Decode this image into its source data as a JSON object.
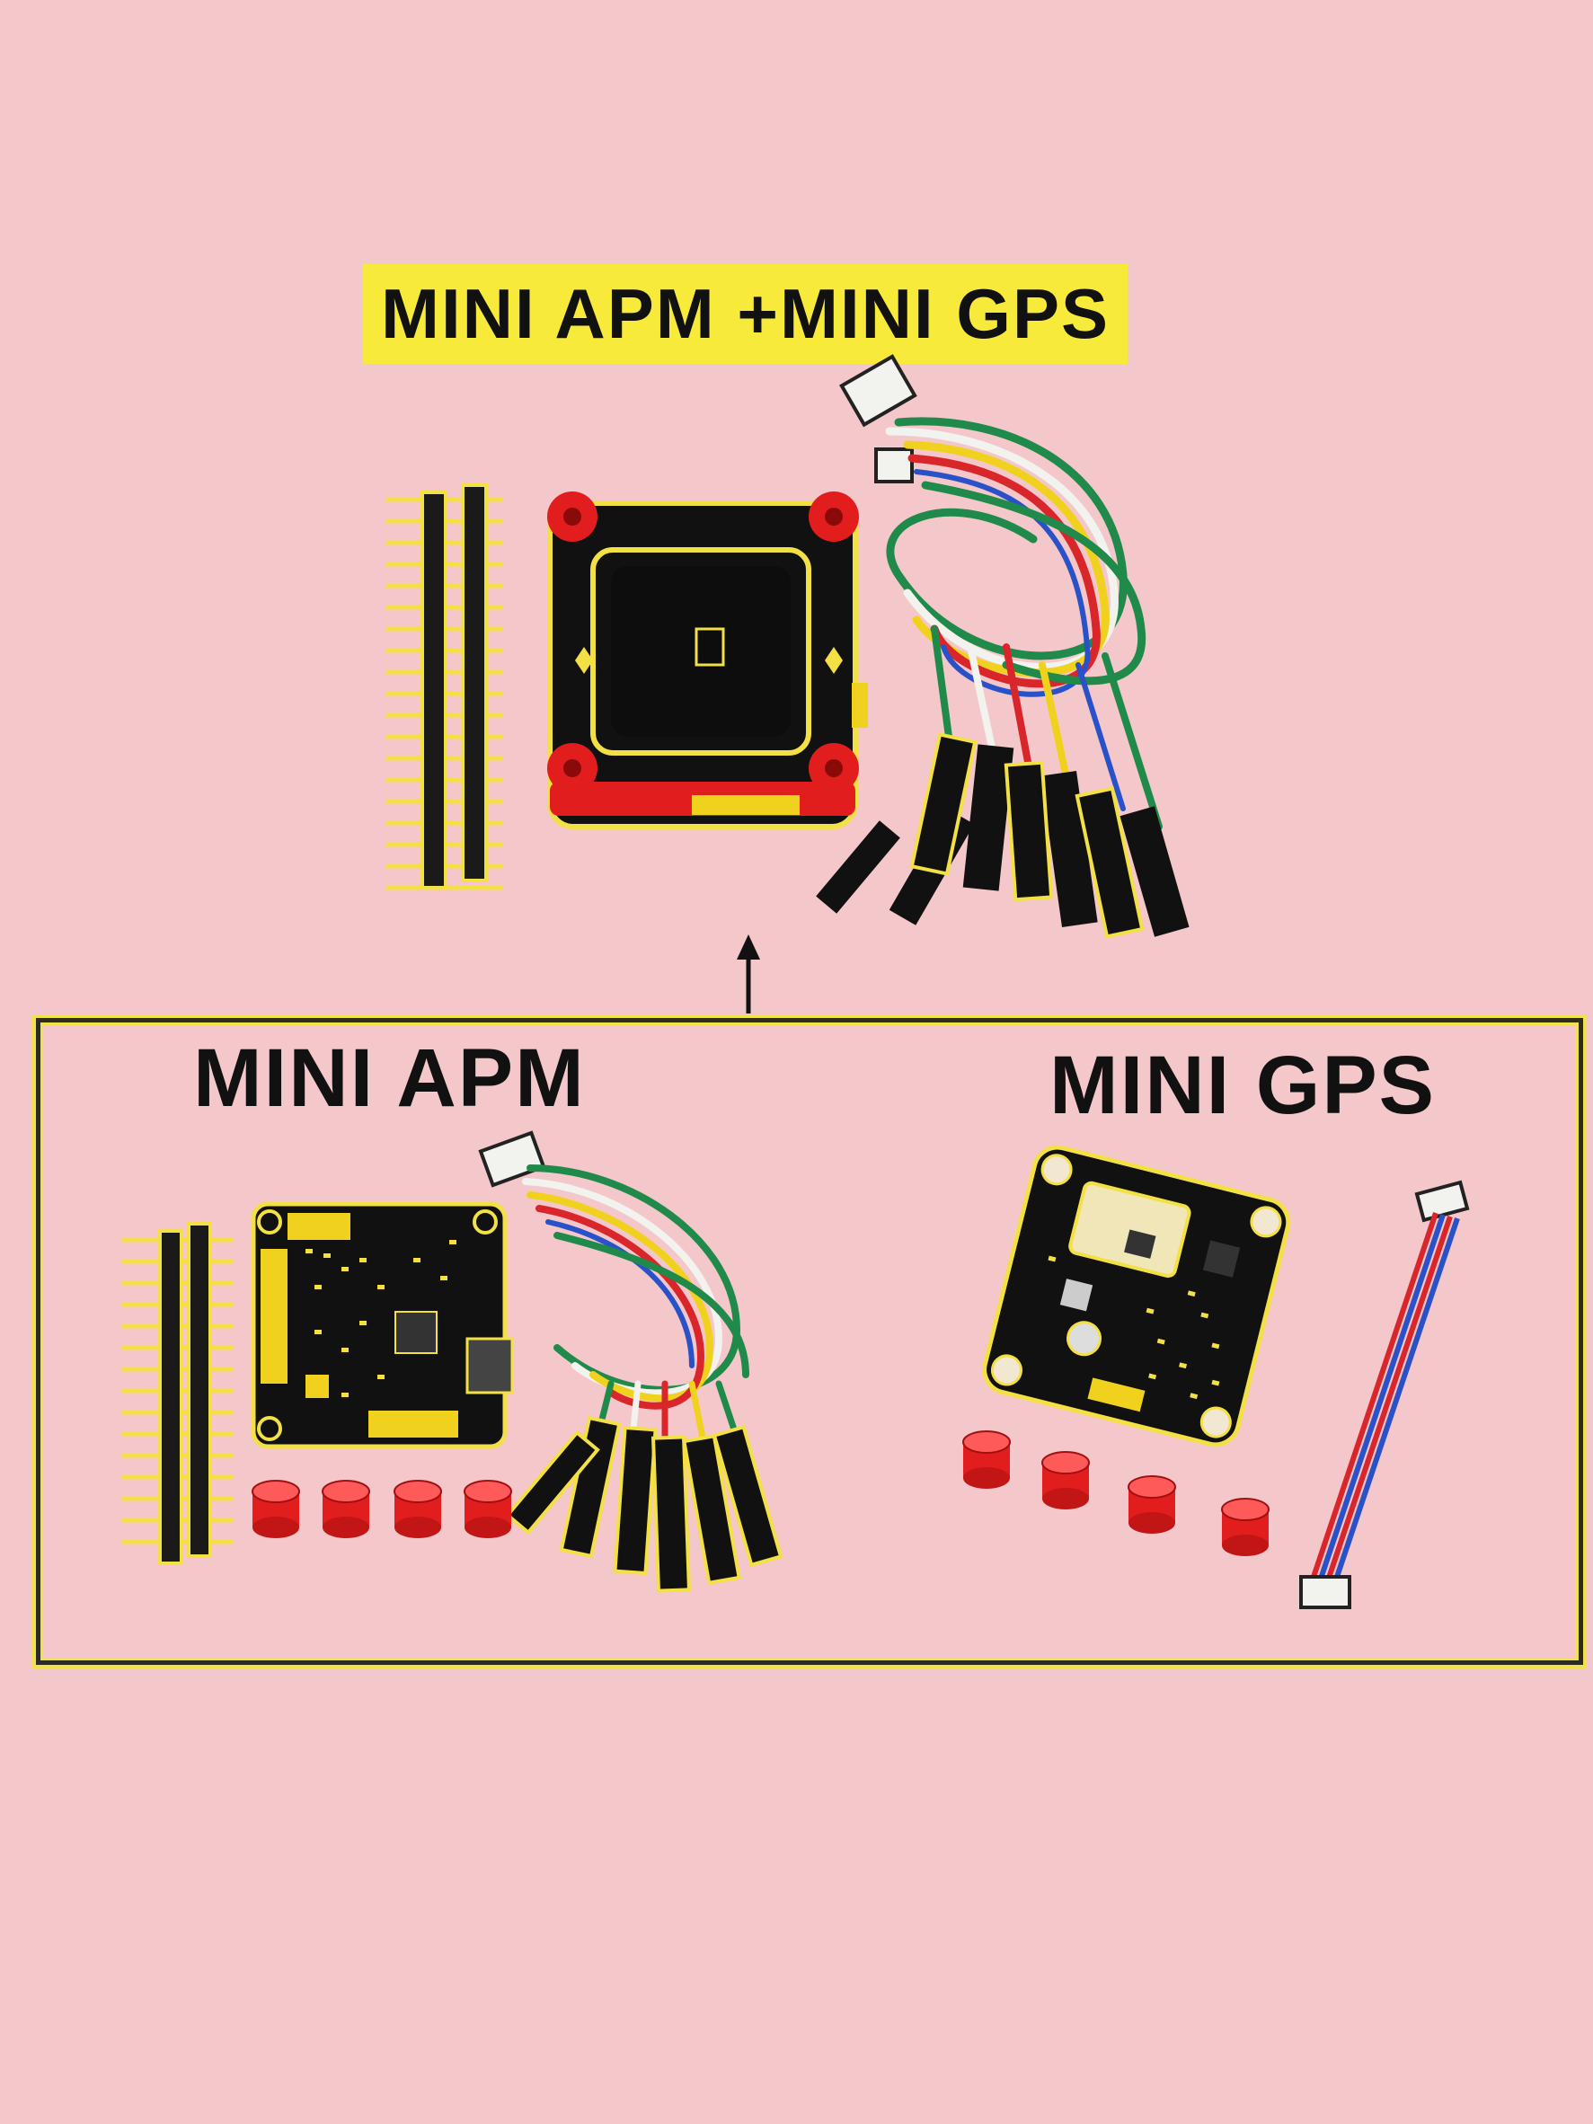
{
  "title": "MINI APM +MINI GPS",
  "left_label": "MINI APM",
  "right_label": "MINI GPS",
  "colors": {
    "background": "#f4c7cb",
    "highlight": "#f7ea3a",
    "board": "#111111",
    "spacer": "#e21d1d",
    "wire_green": "#1f8a4a",
    "wire_red": "#d8262b",
    "wire_yellow": "#f0d21e",
    "wire_white": "#f2f2ee",
    "wire_blue": "#2a52c8"
  },
  "icons": [
    "arrow-up-icon",
    "pin-header-icon",
    "flight-controller-icon",
    "wire-harness-icon",
    "gps-module-icon",
    "spacer-icon",
    "gps-cable-icon"
  ]
}
